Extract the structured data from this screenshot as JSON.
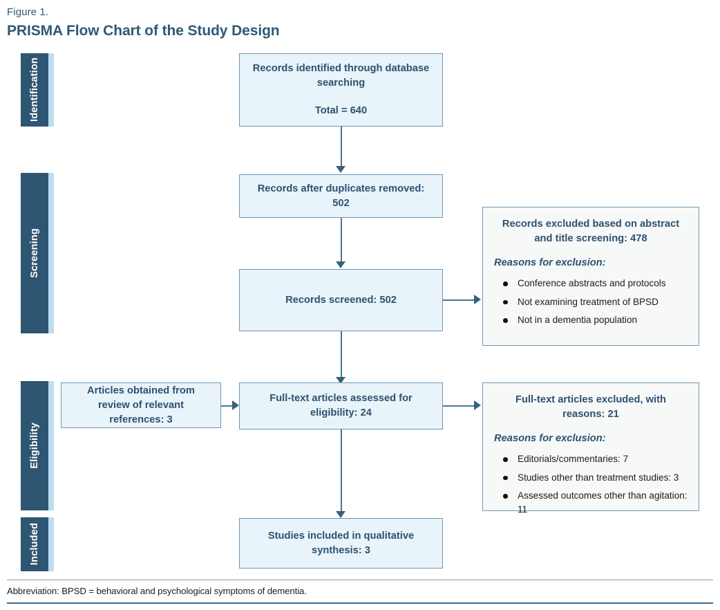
{
  "header": {
    "figure_number": "Figure 1.",
    "title": "PRISMA Flow Chart of the Study Design"
  },
  "colors": {
    "stage_bar": "#2e5571",
    "stage_stripe": "#bedcef",
    "box_fill": "#e9f3fa",
    "box_border": "#6d97b4",
    "excl_fill": "#f7f8f8",
    "text": "#2c5270",
    "connector": "#4a748e",
    "footer_rule": "#3f6f92"
  },
  "stages": [
    {
      "label": "Identification"
    },
    {
      "label": "Screening"
    },
    {
      "label": "Eligibility"
    },
    {
      "label": "Included"
    }
  ],
  "flow_boxes": [
    {
      "id": "records-identified",
      "line1": "Records identified through database searching",
      "line2": "Total = 640"
    },
    {
      "id": "records-after-duplicates",
      "line1": "Records after duplicates removed: 502",
      "line2": ""
    },
    {
      "id": "records-screened",
      "line1": "Records screened: 502",
      "line2": ""
    },
    {
      "id": "articles-from-references",
      "line1": "Articles obtained from review of relevant references: 3",
      "line2": ""
    },
    {
      "id": "fulltext-assessed",
      "line1": "Full-text articles assessed for eligibility: 24",
      "line2": ""
    },
    {
      "id": "studies-included",
      "line1": "Studies included in qualitative synthesis: 3",
      "line2": ""
    }
  ],
  "exclusion_boxes": [
    {
      "id": "records-excluded-abstract-title",
      "heading": "Records excluded based on abstract and title screening: 478",
      "subheading": "Reasons for exclusion:",
      "reasons": [
        "Conference abstracts and protocols",
        "Not examining treatment of BPSD",
        "Not in a dementia population"
      ]
    },
    {
      "id": "fulltext-excluded-with-reasons",
      "heading": "Full-text articles excluded, with reasons: 21",
      "subheading": "Reasons for exclusion:",
      "reasons": [
        "Editorials/commentaries: 7",
        "Studies other than treatment studies: 3",
        "Assessed outcomes other than agitation: 11"
      ]
    }
  ],
  "footnote": "Abbreviation: BPSD = behavioral and psychological symptoms of dementia.",
  "chart_data": {
    "type": "diagram",
    "diagram_type": "PRISMA flow chart",
    "title": "PRISMA Flow Chart of the Study Design",
    "nodes": [
      {
        "stage": "Identification",
        "text": "Records identified through database searching",
        "value": 640,
        "value_label": "Total = 640"
      },
      {
        "stage": "Screening",
        "text": "Records after duplicates removed",
        "value": 502
      },
      {
        "stage": "Screening",
        "text": "Records screened",
        "value": 502
      },
      {
        "stage": "Screening",
        "text": "Records excluded based on abstract and title screening",
        "value": 478
      },
      {
        "stage": "Eligibility",
        "text": "Articles obtained from review of relevant references",
        "value": 3
      },
      {
        "stage": "Eligibility",
        "text": "Full-text articles assessed for eligibility",
        "value": 24
      },
      {
        "stage": "Eligibility",
        "text": "Full-text articles excluded, with reasons",
        "value": 21
      },
      {
        "stage": "Included",
        "text": "Studies included in qualitative synthesis",
        "value": 3
      }
    ],
    "exclusion_reasons": {
      "screening": [
        "Conference abstracts and protocols",
        "Not examining treatment of BPSD",
        "Not in a dementia population"
      ],
      "eligibility": [
        {
          "reason": "Editorials/commentaries",
          "count": 7
        },
        {
          "reason": "Studies other than treatment studies",
          "count": 3
        },
        {
          "reason": "Assessed outcomes other than agitation",
          "count": 11
        }
      ]
    }
  }
}
